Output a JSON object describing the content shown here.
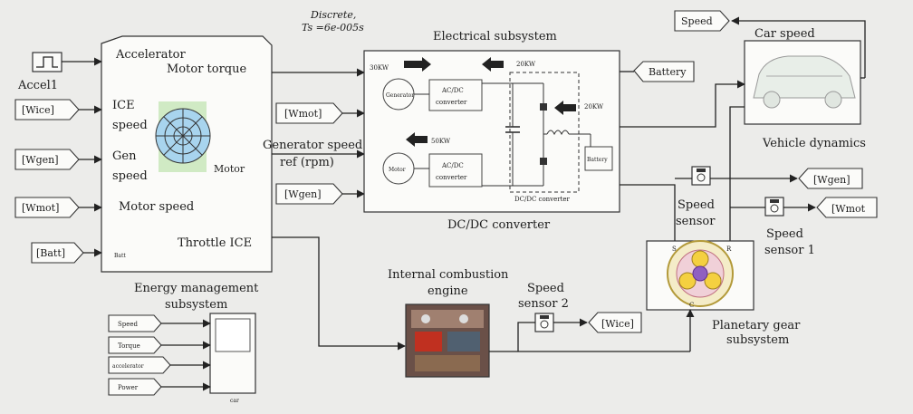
{
  "sim": {
    "line1": "Discrete,",
    "line2": "Ts =6e-005s"
  },
  "accel_block": "Accel1",
  "ems": {
    "caption_1": "Energy management",
    "caption_2": "subsystem",
    "ports_in": {
      "accelerator": "Accelerator",
      "ice_speed_1": "ICE",
      "ice_speed_2": "speed",
      "gen_speed_1": "Gen",
      "gen_speed_2": "speed",
      "motor_speed": "Motor speed",
      "batt": "Batt"
    },
    "ports_out": {
      "motor_torque": "Motor torque",
      "generator_speed_1": "Generator speed",
      "generator_speed_2": "ref (rpm)",
      "throttle_ice": "Throttle ICE"
    },
    "motor_icon_label": "Motor"
  },
  "tags": {
    "wice": "[Wice]",
    "wgen": "[Wgen]",
    "wmot": "[Wmot]",
    "batt": "[Batt]",
    "wmot_ref": "[Wmot]",
    "wgen_ref": "[Wgen]",
    "speed": "Speed",
    "battery": "Battery",
    "wgen_out": "[Wgen]",
    "wmot_out": "[Wmot",
    "wice_out": "[Wice]"
  },
  "electrical": {
    "title": "Electrical subsystem",
    "caption": "DC/DC converter",
    "power_30": "30KW",
    "power_20a": "20KW",
    "power_20b": "20KW",
    "power_50": "50KW",
    "generator": "Generator",
    "motor": "Motor",
    "acdc_1": "AC/DC",
    "acdc_2": "converter",
    "acdc2_1": "AC/DC",
    "acdc2_2": "converter",
    "battery": "Battery",
    "dcdc": "DC/DC converter"
  },
  "vehicle": {
    "title": "Car speed",
    "caption": "Vehicle dynamics"
  },
  "sensors": {
    "s1_1": "Speed",
    "s1_2": "sensor",
    "s2_1": "Speed",
    "s2_2": "sensor 1",
    "s3_1": "Speed",
    "s3_2": "sensor 2"
  },
  "ice": {
    "title_1": "Internal combustion",
    "title_2": "engine"
  },
  "gear": {
    "caption_1": "Planetary gear",
    "caption_2": "subsystem",
    "port_s": "S",
    "port_r": "R",
    "port_c": "C"
  },
  "scope": {
    "inputs": [
      "Speed",
      "Torque",
      "accelerator",
      "Power"
    ],
    "label": "car"
  }
}
